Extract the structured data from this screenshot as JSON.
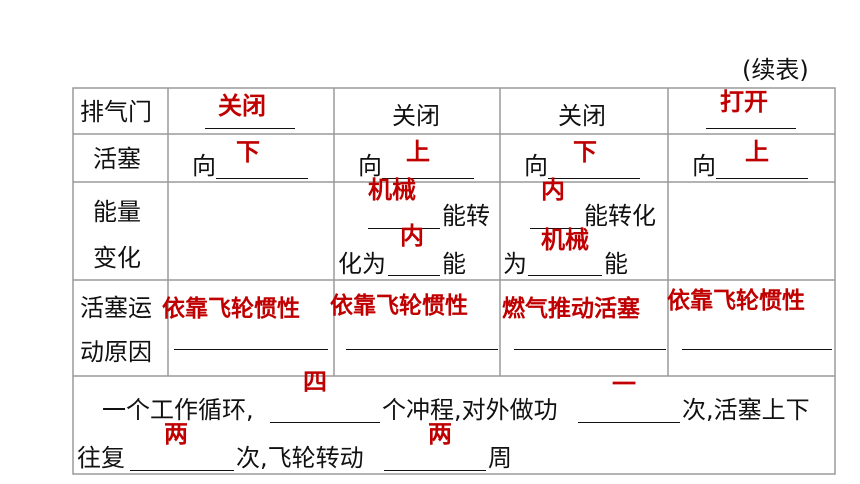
{
  "caption": "(续表)",
  "row_labels": {
    "valve": "排气门",
    "piston": "活塞",
    "energy_1": "能量",
    "energy_2": "变化",
    "cause_1": "活塞运",
    "cause_2": "动原因"
  },
  "valve": [
    "关闭",
    "关闭",
    "关闭",
    "打开"
  ],
  "valve_answers": [
    "关闭",
    "打开"
  ],
  "piston_prefix": "向",
  "piston_answers": [
    "下",
    "上",
    "下",
    "上"
  ],
  "energy": {
    "col2": {
      "mid1": "能转",
      "pre2": "化为",
      "post2": "能",
      "answer1": "机械",
      "answer2": "内"
    },
    "col3": {
      "mid1": "能转化",
      "pre2": "为",
      "post2": "能",
      "answer1": "内",
      "answer2": "机械"
    }
  },
  "cause_answers": [
    "依靠飞轮惯性",
    "依靠飞轮惯性",
    "燃气推动活塞",
    "依靠飞轮惯性"
  ],
  "summary": {
    "p1": "一个工作循环,",
    "p2": "个冲程,对外做功",
    "p3": "次,活塞上下",
    "p4": "往复",
    "p5": "次,飞轮转动",
    "p6": "周",
    "a_strokes": "四",
    "a_work": "一",
    "a_recip": "两",
    "a_turns": "两"
  },
  "colors": {
    "answer": "#c00000",
    "border": "#9a9a9a"
  }
}
